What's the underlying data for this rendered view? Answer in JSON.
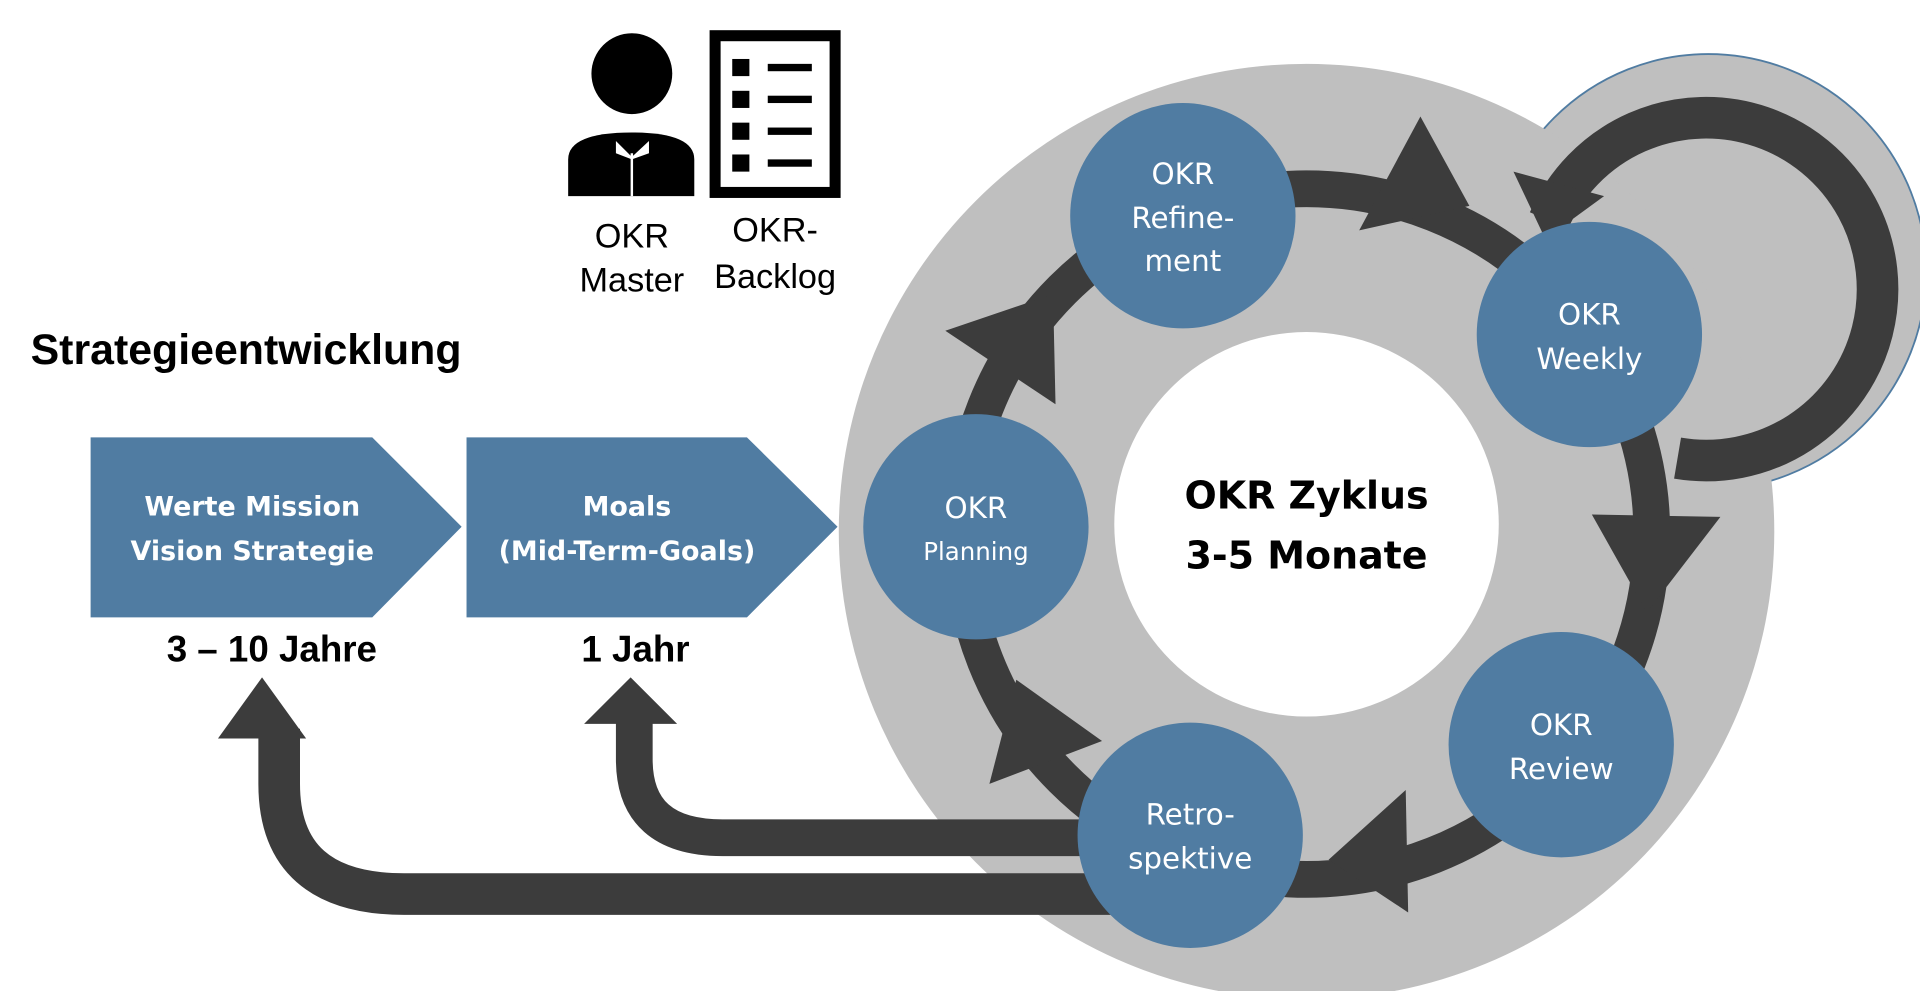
{
  "colors": {
    "node": "#507ca2",
    "ring_bg": "#bfbfbf",
    "arrow": "#3c3c3c",
    "text_dark": "#000000",
    "text_light": "#ffffff"
  },
  "title": "Strategieentwicklung",
  "roles": [
    {
      "icon": "person-icon",
      "line1": "OKR",
      "line2": "Master"
    },
    {
      "icon": "backlog-list-icon",
      "line1": "OKR-",
      "line2": "Backlog"
    }
  ],
  "stages": [
    {
      "line1": "Werte  Mission",
      "line2": "Vision  Strategie",
      "duration": "3 – 10 Jahre"
    },
    {
      "line1": "Moals",
      "line2": "(Mid-Term-Goals)",
      "duration": "1 Jahr"
    }
  ],
  "cycle": {
    "center_line1": "OKR Zyklus",
    "center_line2": "3-5 Monate",
    "nodes": [
      {
        "id": "refinement",
        "lines": [
          "OKR",
          "Refine-",
          "ment"
        ]
      },
      {
        "id": "weekly",
        "lines": [
          "OKR",
          "Weekly"
        ]
      },
      {
        "id": "review",
        "lines": [
          "OKR",
          "Review"
        ]
      },
      {
        "id": "retrospektive",
        "lines": [
          "Retro-",
          "spektive"
        ]
      },
      {
        "id": "planning",
        "lines": [
          "OKR",
          "Planning"
        ]
      }
    ]
  }
}
